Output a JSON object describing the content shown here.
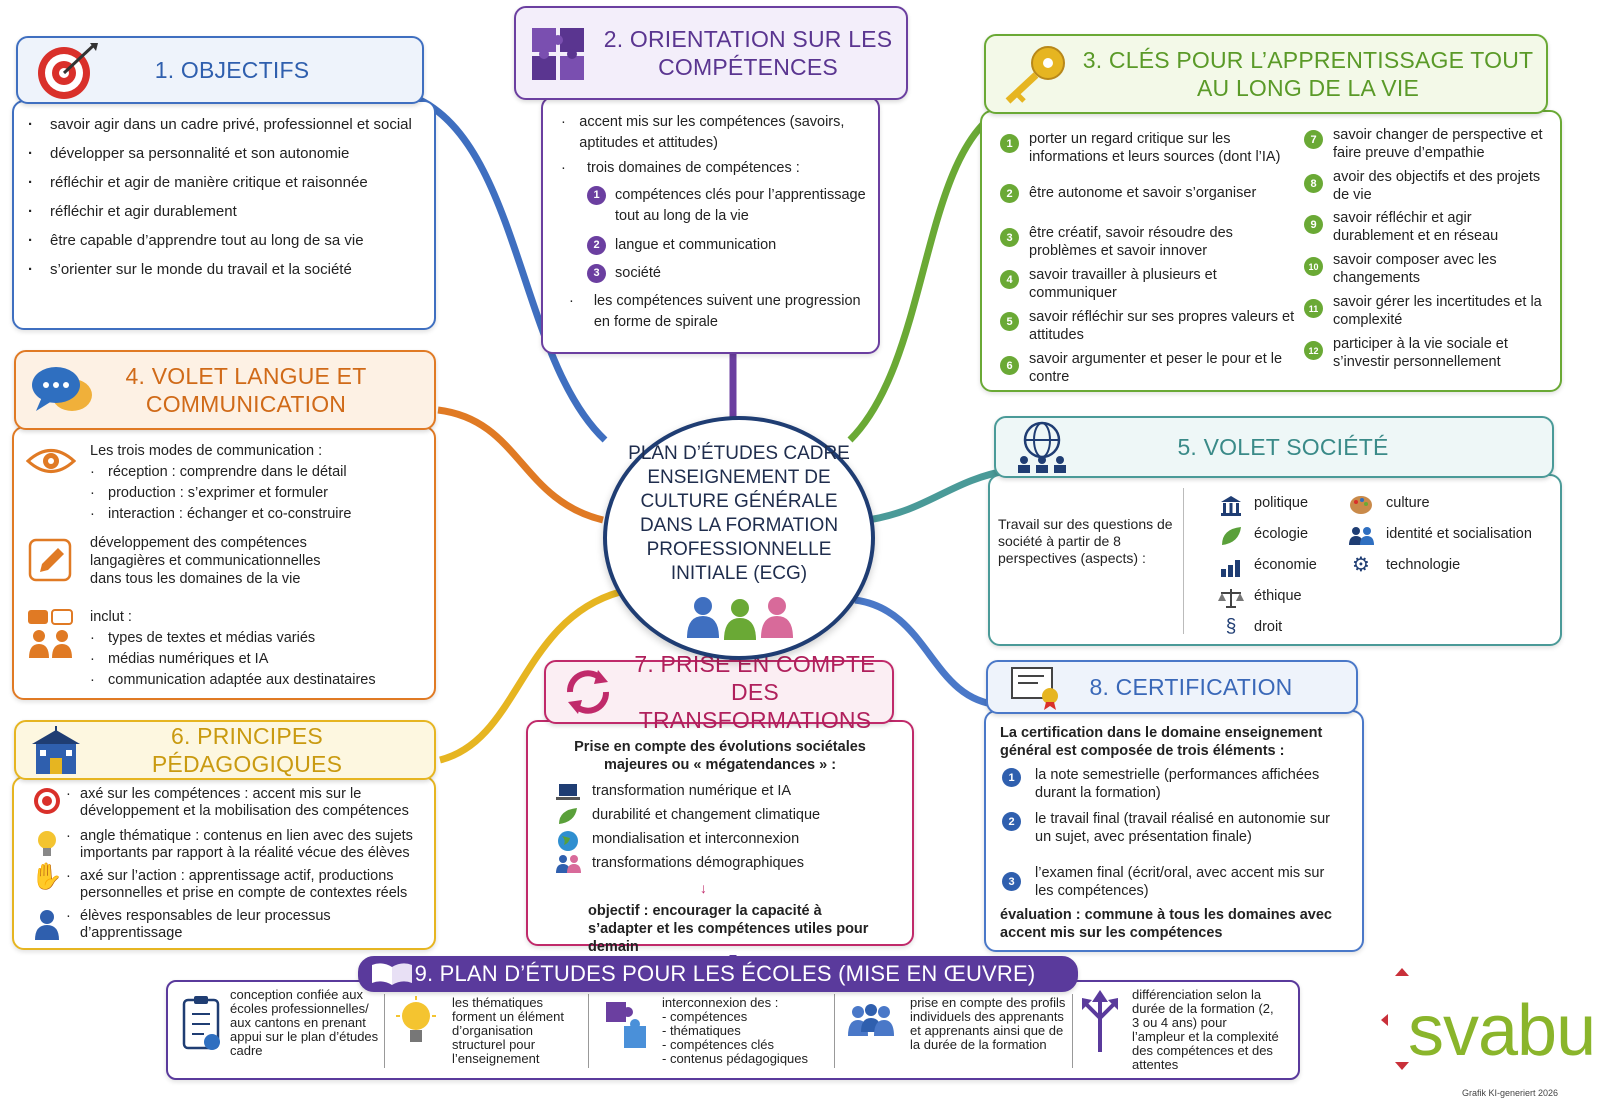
{
  "center": {
    "lines": [
      "PLAN D’ÉTUDES CADRE",
      "ENSEIGNEMENT DE",
      "CULTURE GÉNÉRALE",
      "DANS LA FORMATION",
      "PROFESSIONNELLE",
      "INITIALE (ECG)"
    ]
  },
  "s1": {
    "title": "1. OBJECTIFS",
    "items": [
      "savoir agir dans un cadre privé, professionnel et social",
      "développer sa personnalité et son autonomie",
      "réfléchir et agir de manière critique et raisonnée",
      "réfléchir et agir durablement",
      "être capable d’apprendre tout au long de sa vie",
      "s’orienter sur le monde du travail et la société"
    ]
  },
  "s2": {
    "title1": "2. ORIENTATION SUR LES",
    "title2": "COMPÉTENCES",
    "b1": "accent mis sur les compétences (savoirs, aptitudes et attitudes)",
    "b2": "trois domaines de compétences :",
    "d1": "compétences clés pour l’apprentissage tout au long de la vie",
    "d2": "langue et communication",
    "d3": "société",
    "b3": "les compétences suivent une progression en forme de spirale"
  },
  "s3": {
    "title1": "3. CLÉS POUR L’APPRENTISSAGE TOUT",
    "title2": "AU LONG DE LA VIE",
    "items": [
      "porter un regard critique sur les informations et leurs sources (dont l’IA)",
      "être autonome et savoir s’organiser",
      "être créatif, savoir résoudre des problèmes et savoir innover",
      "savoir travailler à plusieurs et communiquer",
      "savoir réfléchir sur ses propres valeurs et attitudes",
      "savoir argumenter et peser le pour et le contre",
      "savoir changer de perspective et faire preuve d’empathie",
      "avoir des objectifs et des projets de vie",
      "savoir réfléchir et agir durablement et en réseau",
      "savoir composer avec les changements",
      "savoir gérer les incertitudes et la complexité",
      "participer à la vie sociale et s’investir personnellement"
    ]
  },
  "s4": {
    "title1": "4. VOLET LANGUE ET",
    "title2": "COMMUNICATION",
    "modes": "Les trois modes de communication :",
    "m1": "réception : comprendre dans le détail",
    "m2": "production : s’exprimer et formuler",
    "m3": "interaction : échanger et co-construire",
    "dev": "développement des compétences langagières et communicationnelles dans tous les domaines de la vie",
    "incl": "inclut :",
    "i1": "types de textes et médias variés",
    "i2": "médias numériques et IA",
    "i3": "communication adaptée aux destinataires"
  },
  "s5": {
    "title": "5. VOLET SOCIÉTÉ",
    "intro": "Travail sur des questions de société à partir de 8 perspectives (aspects) :",
    "p1": "politique",
    "p2": "écologie",
    "p3": "économie",
    "p4": "éthique",
    "p5": "droit",
    "p6": "culture",
    "p7": "identité et socialisation",
    "p8": "technologie"
  },
  "s6": {
    "title": "6. PRINCIPES PÉDAGOGIQUES",
    "items": [
      "axé sur les compétences : accent mis sur le développement et la mobilisation des compétences",
      "angle thématique : contenus en lien avec des sujets importants par rapport à la réalité vécue des élèves",
      "axé sur l’action : apprentissage actif, productions personnelles et prise en compte de contextes réels",
      "élèves responsables de leur processus d’apprentissage"
    ]
  },
  "s7": {
    "title1": "7. PRISE EN COMPTE DES",
    "title2": "TRANSFORMATIONS",
    "intro": "Prise en compte des évolutions sociétales majeures ou « mégatendances » :",
    "t1": "transformation numérique et IA",
    "t2": "durabilité et changement climatique",
    "t3": "mondialisation et interconnexion",
    "t4": "transformations démographiques",
    "goal": "objectif : encourager la capacité à s’adapter et les compétences utiles pour demain"
  },
  "s8": {
    "title": "8. CERTIFICATION",
    "intro": "La certification dans le domaine enseignement général est composée de trois éléments :",
    "c1": "la note semestrielle (performances affichées durant la formation)",
    "c2": "le travail final (travail réalisé en autonomie sur un sujet, avec présentation finale)",
    "c3": "l’examen final (écrit/oral, avec accent mis sur les compétences)",
    "eval": "évaluation : commune à tous les domaines avec accent mis sur les compétences"
  },
  "s9": {
    "title": "9. PLAN D’ÉTUDES POUR LES ÉCOLES (MISE EN ŒUVRE)",
    "c1": "conception confiée aux écoles professionnelles/ aux cantons en prenant appui sur le plan d’études cadre",
    "c2": "les thématiques forment un élément d’organisation structurel pour l’enseignement",
    "c3": "interconnexion des :",
    "c3a": "- compétences",
    "c3b": "- thématiques",
    "c3c": "- compétences clés",
    "c3d": "- contenus pédagogiques",
    "c4": "prise en compte des profils individuels des apprenants et apprenants ainsi que de la durée de la formation",
    "c5": "différenciation selon la durée de la formation (2, 3 ou 4 ans) pour l’ampleur et la complexité des compétences et des attentes"
  },
  "logo": {
    "text": "svabu",
    "note": "Grafik KI-generiert 2026"
  },
  "colors": {
    "s1": "#3f6fc0",
    "s2": "#6b3fa0",
    "s3": "#6aa935",
    "s4": "#e07a24",
    "s5": "#4a9a98",
    "s6": "#e6b521",
    "s7": "#c02a6a",
    "s8": "#4a78c8",
    "s9": "#5a3a9c",
    "center": "#1f3d73"
  }
}
